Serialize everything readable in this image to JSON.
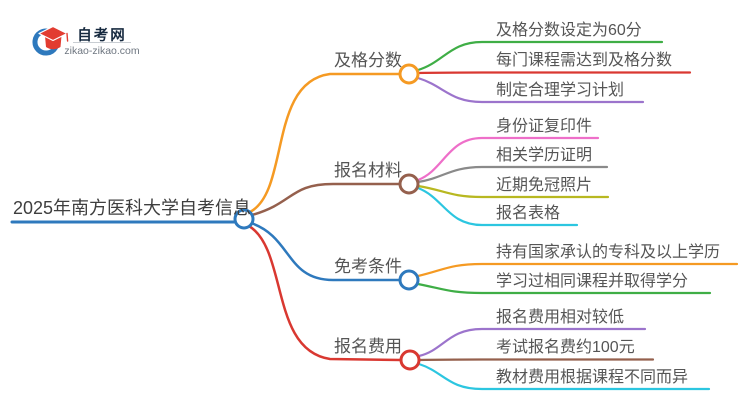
{
  "logo": {
    "title": "自考网",
    "domain": "zikao-zikao.com",
    "icon_colors": {
      "crescent_blue": "#2e79bd",
      "cap_red": "#e23c31"
    }
  },
  "root": {
    "label": "2025年南方医科大学自考信息",
    "color": "#2e79bd"
  },
  "branches": [
    {
      "label": "及格分数",
      "color": "#f59a23",
      "children": [
        {
          "label": "及格分数设定为60分",
          "color": "#3fae46"
        },
        {
          "label": "每门课程需达到及格分数",
          "color": "#d93831"
        },
        {
          "label": "制定合理学习计划",
          "color": "#9c74cc"
        }
      ]
    },
    {
      "label": "报名材料",
      "color": "#95604d",
      "children": [
        {
          "label": "身份证复印件",
          "color": "#ee6fc9"
        },
        {
          "label": "相关学历证明",
          "color": "#8a8a8a"
        },
        {
          "label": "近期免冠照片",
          "color": "#b8b821"
        },
        {
          "label": "报名表格",
          "color": "#2cc6e0"
        }
      ]
    },
    {
      "label": "免考条件",
      "color": "#2e79bd",
      "children": [
        {
          "label": "持有国家承认的专科及以上学历",
          "color": "#f59a23"
        },
        {
          "label": "学习过相同课程并取得学分",
          "color": "#3fae46"
        }
      ]
    },
    {
      "label": "报名费用",
      "color": "#d93831",
      "children": [
        {
          "label": "报名费用相对较低",
          "color": "#9c74cc"
        },
        {
          "label": "考试报名费约100元",
          "color": "#95604d"
        },
        {
          "label": "教材费用根据课程不同而异",
          "color": "#2cc6e0"
        }
      ]
    }
  ]
}
